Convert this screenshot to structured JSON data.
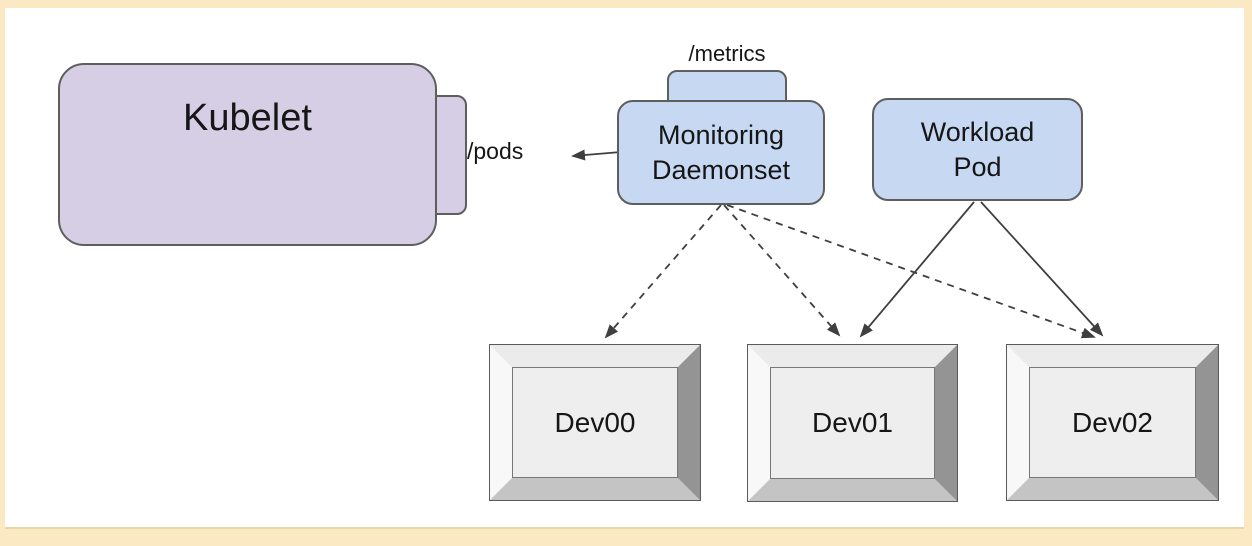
{
  "nodes": {
    "kubelet": {
      "label": "Kubelet",
      "endpoint_label": "/pods"
    },
    "monitoring_daemonset": {
      "label": "Monitoring\nDaemonset",
      "endpoint_label": "/metrics"
    },
    "workload_pod": {
      "label": "Workload\nPod"
    },
    "devices": [
      {
        "label": "Dev00"
      },
      {
        "label": "Dev01"
      },
      {
        "label": "Dev02"
      }
    ]
  },
  "edges": [
    {
      "from": "monitoring-daemonset",
      "to": "kubelet-pods-endpoint",
      "style": "solid-arrow"
    },
    {
      "from": "monitoring-daemonset",
      "to": "dev00",
      "style": "dashed-arrow"
    },
    {
      "from": "monitoring-daemonset",
      "to": "dev01",
      "style": "dashed-arrow"
    },
    {
      "from": "monitoring-daemonset",
      "to": "dev02",
      "style": "dashed-arrow"
    },
    {
      "from": "workload-pod",
      "to": "dev01",
      "style": "solid-arrow"
    },
    {
      "from": "workload-pod",
      "to": "dev02",
      "style": "solid-arrow"
    }
  ],
  "colors": {
    "node_purple": "#d5cee5",
    "node_blue": "#c7d8f2",
    "node_border": "#5e5e5e",
    "arrow": "#3f3f3f",
    "frame_cream": "#fbe9c3",
    "canvas_white": "#ffffff",
    "device_face": "#eeeeee"
  }
}
